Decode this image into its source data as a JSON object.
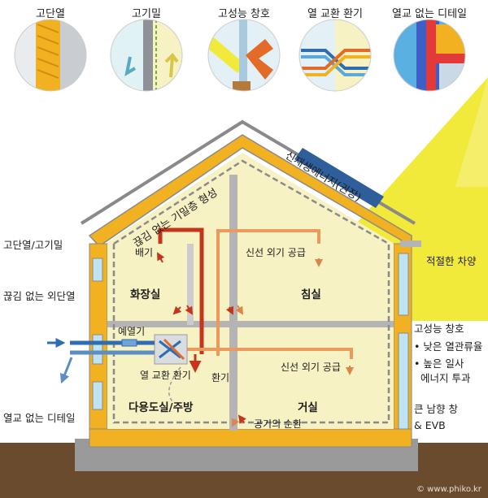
{
  "top_icons": [
    {
      "label": "고단열",
      "icon": "insulation-icon"
    },
    {
      "label": "고기밀",
      "icon": "airtight-icon"
    },
    {
      "label": "고성능 창호",
      "icon": "window-icon"
    },
    {
      "label": "열 교환 환기",
      "icon": "heat-exchange-icon"
    },
    {
      "label": "열교 없는 디테일",
      "icon": "thermal-bridge-detail-icon"
    }
  ],
  "labels": {
    "renewable": "신재생에너지(권장)",
    "airtight_layer": "끊김 없는 기밀층 형성",
    "insulation_airtight": "고단열/고기밀",
    "continuous_insulation": "끊김 없는 외단열",
    "no_bridge_detail": "열교 없는 디테일",
    "shading": "적절한 차양",
    "hp_window": "고성능 창호",
    "low_uvalue": "• 낮은 열관류율",
    "high_solar": "• 높은 일사",
    "solar_energy": "에너지 투과",
    "south_window_1": "큰 남향 창",
    "south_window_2": "& EVB",
    "exhaust": "배기",
    "fresh_air_up": "신선 외기 공급",
    "fresh_air_down": "신선 외기 공급",
    "bathroom": "화장실",
    "bedroom": "침실",
    "preheater": "예열기",
    "hrv": "열 교환 환기",
    "ventilation": "환기",
    "kitchen": "다용도실/주방",
    "living": "거실",
    "circulation": "공기의 순환",
    "credit": "© www.phiko.kr"
  },
  "colors": {
    "insulation": "#f2b120",
    "wall_fill": "#f7f2c4",
    "roof_line": "#8a8a8a",
    "exhaust_duct": "#c4351c",
    "supply_duct": "#e99a5c",
    "outdoor_air": "#2f6db0",
    "sun": "#f2ea3a",
    "ground": "#6b4b2e",
    "solar_panel": "#2f5f9a"
  }
}
